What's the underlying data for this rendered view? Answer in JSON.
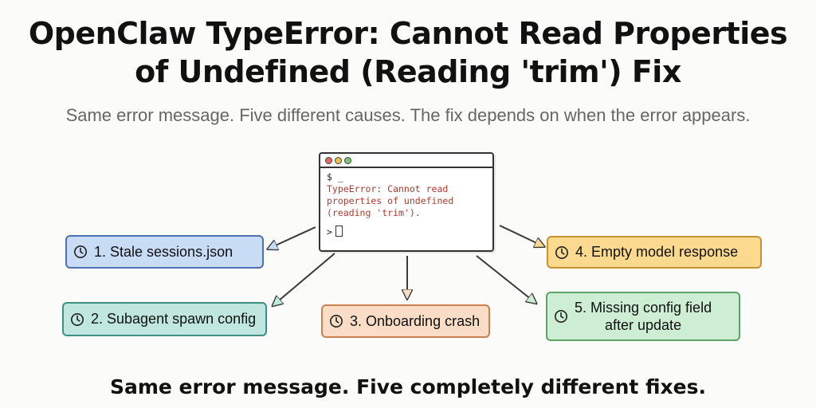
{
  "title_line1": "OpenClaw TypeError: Cannot Read Properties",
  "title_line2": "of Undefined (Reading 'trim') Fix",
  "subtitle": "Same error message.  Five different causes. The fix depends on when the error appears.",
  "terminal": {
    "prompt": "$ _",
    "error_line1": "TypeError: Cannot read",
    "error_line2": "properties of undefined",
    "error_line3": "(reading 'trim').",
    "input_prompt": ">"
  },
  "causes": [
    {
      "label": "1. Stale sessions.json",
      "color": "#c9dcf6"
    },
    {
      "label": "2. Subagent spawn config",
      "color": "#bfe6df"
    },
    {
      "label": "3. Onboarding crash",
      "color": "#f9ddc7"
    },
    {
      "label": "4. Empty model response",
      "color": "#fbd98f"
    },
    {
      "label_line1": "5. Missing config field",
      "label_line2": "after update",
      "color": "#cdeed3"
    }
  ],
  "footer": "Same error message. Five completely different fixes.",
  "icons": {
    "cause_icon": "clock-icon"
  },
  "colors": {
    "error_text": "#b03a2e",
    "arrow_stroke": "#3a3a3a"
  }
}
